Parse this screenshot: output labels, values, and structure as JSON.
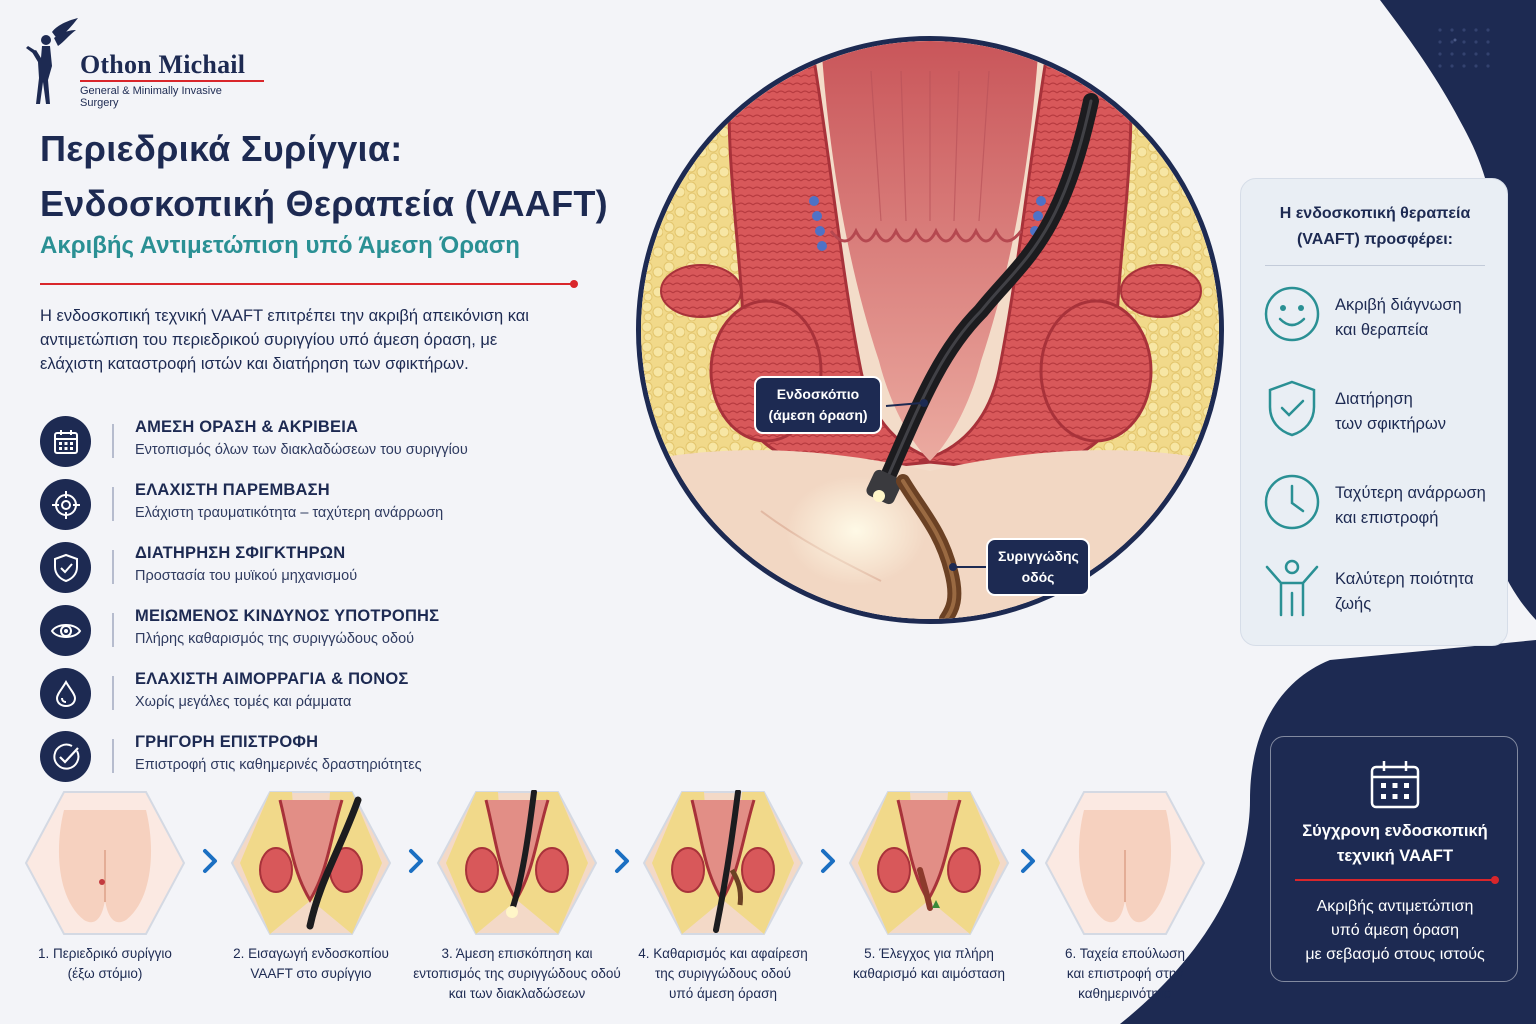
{
  "brand": {
    "name": "Othon Michail",
    "tagline": "General & Minimally Invasive Surgery"
  },
  "header": {
    "title_line1": "Περιεδρικά Συρίγγια:",
    "title_line2": "Ενδοσκοπική Θεραπεία (VAAFT)",
    "subtitle": "Ακριβής Αντιμετώπιση υπό Άμεση Όραση",
    "intro": "Η ενδοσκοπική τεχνική VAAFT επιτρέπει την ακριβή απεικόνιση και αντιμετώπιση του περιεδρικού συριγγίου υπό άμεση όραση, με ελάχιστη καταστροφή ιστών και διατήρηση των σφικτήρων."
  },
  "benefits": [
    {
      "icon": "calendar-icon",
      "title": "ΑΜΕΣΗ ΟΡΑΣΗ & ΑΚΡΙΒΕΙΑ",
      "desc": "Εντοπισμός όλων των διακλαδώσεων του συριγγίου"
    },
    {
      "icon": "target-icon",
      "title": "ΕΛΑΧΙΣΤΗ ΠΑΡΕΜΒΑΣΗ",
      "desc": "Ελάχιστη τραυματικότητα – ταχύτερη ανάρρωση"
    },
    {
      "icon": "shield-check-icon",
      "title": "ΔΙΑΤΗΡΗΣΗ ΣΦΙΓΚΤΗΡΩΝ",
      "desc": "Προστασία του μυϊκού μηχανισμού"
    },
    {
      "icon": "eye-icon",
      "title": "ΜΕΙΩΜΕΝΟΣ ΚΙΝΔΥΝΟΣ ΥΠΟΤΡΟΠΗΣ",
      "desc": "Πλήρης καθαρισμός της συριγγώδους οδού"
    },
    {
      "icon": "drop-icon",
      "title": "ΕΛΑΧΙΣΤΗ ΑΙΜΟΡΡΑΓΙΑ & ΠΟΝΟΣ",
      "desc": "Χωρίς μεγάλες τομές και ράμματα"
    },
    {
      "icon": "check-circle-icon",
      "title": "ΓΡΗΓΟΡΗ ΕΠΙΣΤΡΟΦΗ",
      "desc": "Επιστροφή στις καθημερινές δραστηριότητες"
    }
  ],
  "illustration": {
    "callout_endoscope_line1": "Ενδοσκόπιο",
    "callout_endoscope_line2": "(άμεση όραση)",
    "callout_fistula_line1": "Συριγγώδης",
    "callout_fistula_line2": "οδός"
  },
  "offers": {
    "title_line1": "Η ενδοσκοπική θεραπεία",
    "title_line2": "(VAAFT) προσφέρει:",
    "items": [
      {
        "icon": "smile-icon",
        "line1": "Ακριβή διάγνωση",
        "line2": "και θεραπεία"
      },
      {
        "icon": "shield-check-icon",
        "line1": "Διατήρηση",
        "line2": "των σφικτήρων"
      },
      {
        "icon": "clock-icon",
        "line1": "Ταχύτερη ανάρρωση",
        "line2": "και επιστροφή"
      },
      {
        "icon": "person-joy-icon",
        "line1": "Καλύτερη ποιότητα",
        "line2": "ζωής"
      }
    ]
  },
  "vaaft_box": {
    "icon": "calendar-icon",
    "title_line1": "Σύγχρονη ενδοσκοπική",
    "title_line2": "τεχνική VAAFT",
    "text_line1": "Ακριβής αντιμετώπιση",
    "text_line2": "υπό άμεση όραση",
    "text_line3": "με σεβασμό στους ιστούς"
  },
  "steps": [
    {
      "line1": "1. Περιεδρικό συρίγγιο",
      "line2": "(έξω στόμιο)",
      "line3": ""
    },
    {
      "line1": "2. Εισαγωγή ενδοσκοπίου",
      "line2": "VAAFT στο συρίγγιο",
      "line3": ""
    },
    {
      "line1": "3. Άμεση επισκόπηση και",
      "line2": "εντοπισμός της συριγγώδους οδού",
      "line3": "και των διακλαδώσεων"
    },
    {
      "line1": "4. Καθαρισμός και αφαίρεση",
      "line2": "της συριγγώδους οδού",
      "line3": "υπό άμεση όραση"
    },
    {
      "line1": "5. Έλεγχος για πλήρη",
      "line2": "καθαρισμό και αιμόσταση",
      "line3": ""
    },
    {
      "line1": "6. Ταχεία επούλωση",
      "line2": "και επιστροφή στην",
      "line3": "καθημερινότητα"
    }
  ],
  "colors": {
    "navy": "#1d2a52",
    "teal": "#2a9094",
    "accent_red": "#d9262b",
    "background": "#f3f4f8"
  }
}
